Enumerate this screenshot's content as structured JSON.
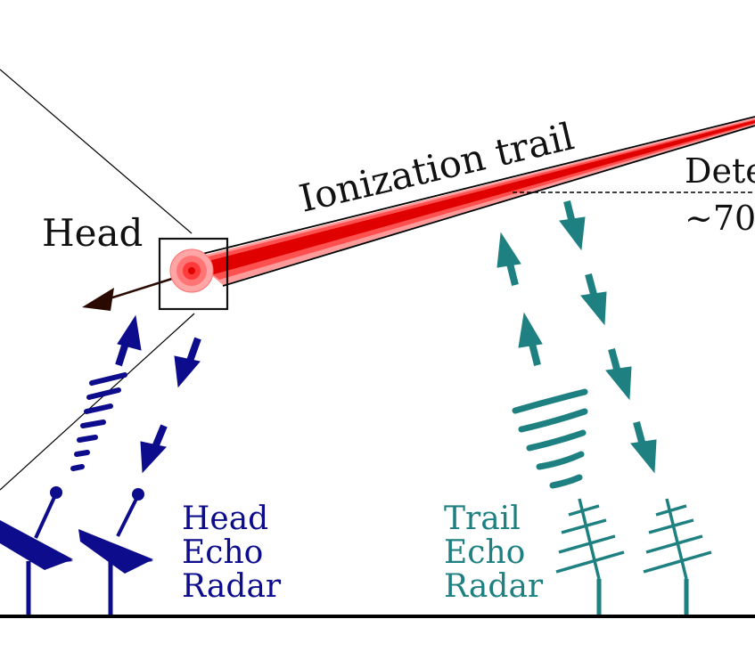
{
  "colors": {
    "ink": "#000000",
    "head_blue": "#0c0c8c",
    "trail_teal": "#1e8080",
    "trail_red": "#e00000",
    "trail_pink": "#ff9a9a",
    "head_arrow": "#2a0a00"
  },
  "labels": {
    "head": "Head",
    "ionization_trail": "Ionization trail",
    "detection_partial": "Dete",
    "altitude_partial": "~70"
  },
  "head_echo_radar": {
    "line1": "Head",
    "line2": "Echo",
    "line3": "Radar"
  },
  "trail_echo_radar": {
    "line1": "Trail",
    "line2": "Echo",
    "line3": "Radar"
  },
  "icons": {
    "head_radar_dishes": "dish-antenna-icon",
    "trail_radar_antennas": "yagi-antenna-icon",
    "meteor_head": "meteor-head-icon"
  }
}
